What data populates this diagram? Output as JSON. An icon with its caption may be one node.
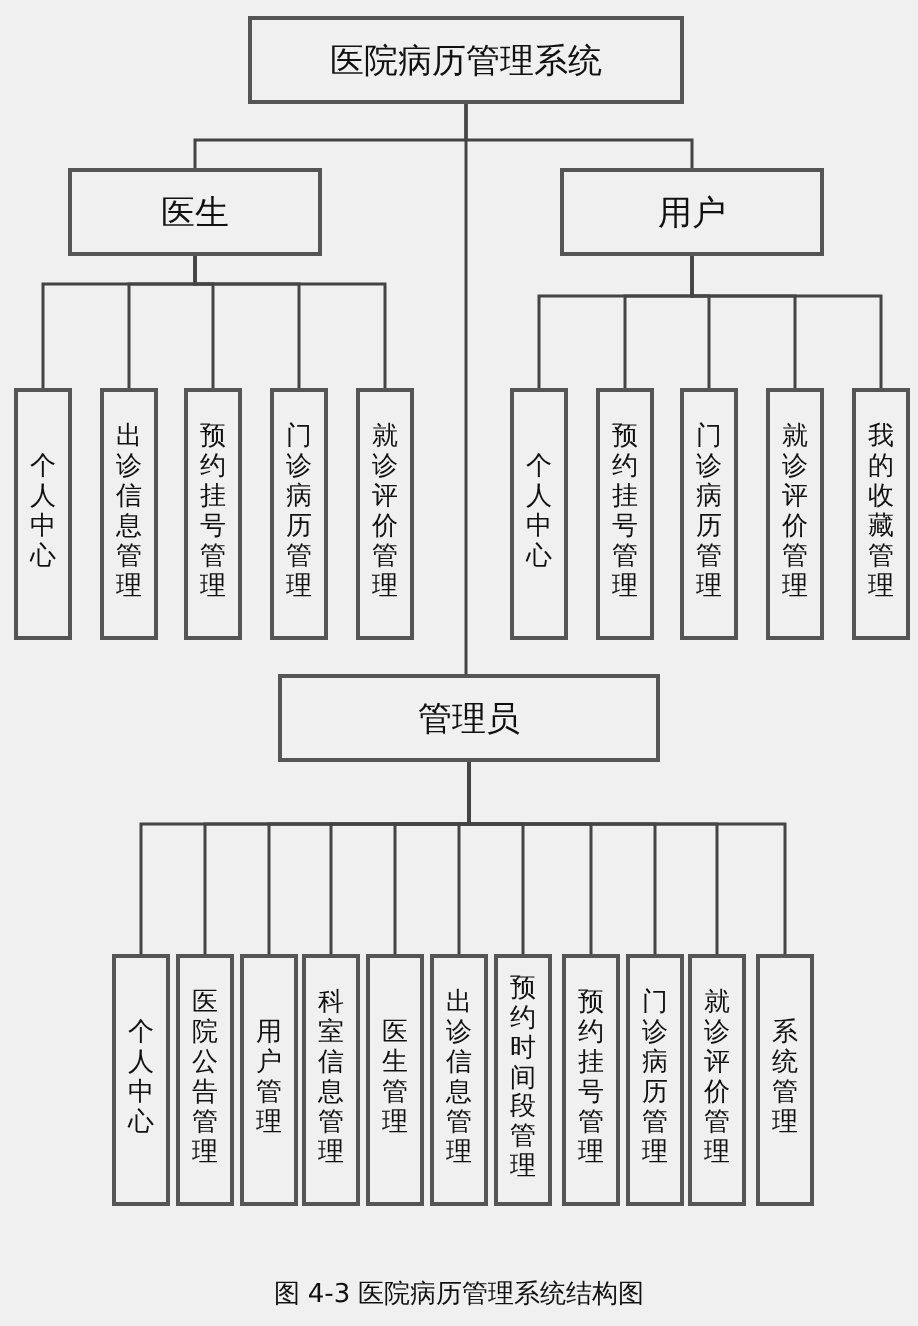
{
  "diagram": {
    "caption": "图 4-3 医院病历管理系统结构图",
    "nodes": [
      {
        "text": [
          "医院病历管理系统"
        ]
      },
      {
        "text": [
          "医生"
        ]
      },
      {
        "text": [
          "用户"
        ]
      },
      {
        "text": [
          "个人中心"
        ]
      },
      {
        "text": [
          "出诊信息管理"
        ]
      },
      {
        "text": [
          "预约挂号管理"
        ]
      },
      {
        "text": [
          "门诊病历管理"
        ]
      },
      {
        "text": [
          "就诊评价管理"
        ]
      },
      {
        "text": [
          "个人中心"
        ]
      },
      {
        "text": [
          "预约挂号管理"
        ]
      },
      {
        "text": [
          "门诊病历管理"
        ]
      },
      {
        "text": [
          "就诊评价管理"
        ]
      },
      {
        "text": [
          "我的收藏管理"
        ]
      },
      {
        "text": [
          "管理员"
        ]
      },
      {
        "text": [
          "个人中心"
        ]
      },
      {
        "text": [
          "医院公告管理"
        ]
      },
      {
        "text": [
          "用户管理"
        ]
      },
      {
        "text": [
          "科室信息管理"
        ]
      },
      {
        "text": [
          "医生管理"
        ]
      },
      {
        "text": [
          "出诊信息管理"
        ]
      },
      {
        "text": [
          "预约时间段管理"
        ]
      },
      {
        "text": [
          "预约挂号管理"
        ]
      },
      {
        "text": [
          "门诊病历管理"
        ]
      },
      {
        "text": [
          "就诊评价管理"
        ]
      },
      {
        "text": [
          "系统管理"
        ]
      }
    ],
    "edges": [
      {
        "from": 0,
        "to": 1,
        "arrow": "none"
      },
      {
        "from": 0,
        "to": 2,
        "arrow": "none"
      },
      {
        "from": 0,
        "to": 13,
        "arrow": "none"
      },
      {
        "from": 1,
        "to": 3,
        "arrow": "none"
      },
      {
        "from": 1,
        "to": 4,
        "arrow": "none"
      },
      {
        "from": 1,
        "to": 5,
        "arrow": "none"
      },
      {
        "from": 1,
        "to": 6,
        "arrow": "none"
      },
      {
        "from": 1,
        "to": 7,
        "arrow": "none"
      },
      {
        "from": 2,
        "to": 8,
        "arrow": "none"
      },
      {
        "from": 2,
        "to": 9,
        "arrow": "none"
      },
      {
        "from": 2,
        "to": 10,
        "arrow": "none"
      },
      {
        "from": 2,
        "to": 11,
        "arrow": "none"
      },
      {
        "from": 2,
        "to": 12,
        "arrow": "none"
      },
      {
        "from": 13,
        "to": 14,
        "arrow": "none"
      },
      {
        "from": 13,
        "to": 15,
        "arrow": "none"
      },
      {
        "from": 13,
        "to": 16,
        "arrow": "none"
      },
      {
        "from": 13,
        "to": 17,
        "arrow": "none"
      },
      {
        "from": 13,
        "to": 18,
        "arrow": "none"
      },
      {
        "from": 13,
        "to": 19,
        "arrow": "none"
      },
      {
        "from": 13,
        "to": 20,
        "arrow": "none"
      },
      {
        "from": 13,
        "to": 21,
        "arrow": "none"
      },
      {
        "from": 13,
        "to": 22,
        "arrow": "none"
      },
      {
        "from": 13,
        "to": 23,
        "arrow": "none"
      },
      {
        "from": 13,
        "to": 24,
        "arrow": "none"
      }
    ]
  }
}
